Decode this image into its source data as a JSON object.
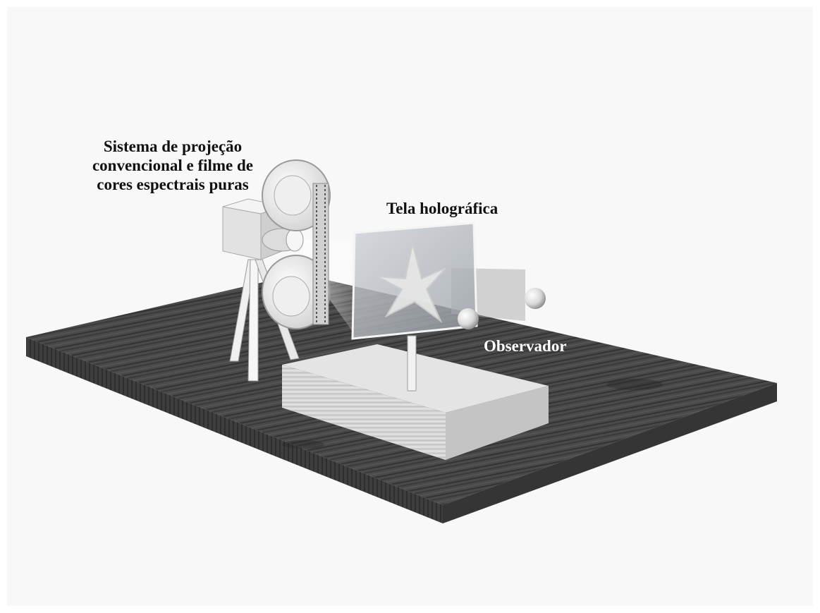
{
  "labels": {
    "projection_system": [
      "Sistema de projeção",
      "convencional e filme de",
      "cores espectrais puras"
    ],
    "holographic_screen": "Tela holográfica",
    "observer": "Observador"
  },
  "colors": {
    "background": "#f8f8f8",
    "table_wood": "#4a4a4a",
    "pedestal": "#d8d8d8",
    "projector": "#e6e6e6",
    "screen_glass": "#bfc4c8",
    "label_dark": "#111111",
    "label_light": "#ffffff"
  }
}
